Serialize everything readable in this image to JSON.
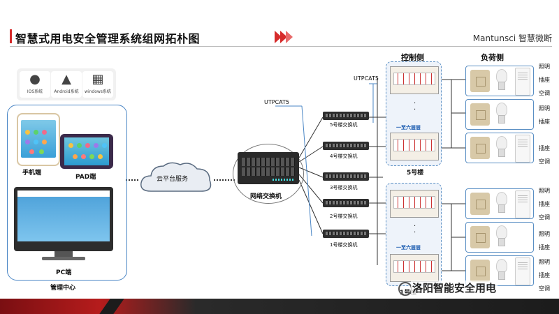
{
  "header": {
    "title": "智慧式用电安全管理系统组网拓朴图",
    "brand": "Mantunsci 智慧微断"
  },
  "management": {
    "os": [
      "IOS系统",
      "Android系统",
      "windows系统"
    ],
    "phone_label": "手机端",
    "pad_label": "PAD端",
    "pc_label": "PC端",
    "center_label": "管理中心"
  },
  "cloud": {
    "label": "云平台服务"
  },
  "network": {
    "main_switch_label": "网络交换机",
    "cable_label_left": "UTPCAT5",
    "cable_label_right": "UTPCAT5",
    "switches": [
      "5号楼交换机",
      "4号楼交换机",
      "3号楼交换机",
      "2号楼交换机",
      "1号楼交换机"
    ]
  },
  "columns": {
    "control": "控制侧",
    "load": "负荷侧"
  },
  "buildings": {
    "floor_range": "一至六层层",
    "building5_label": "5号楼",
    "building1_label": "1号楼"
  },
  "loads": [
    "照明",
    "插座",
    "空调"
  ],
  "watermark": "洛阳智能安全用电",
  "colors": {
    "accent": "#d62b2b",
    "line_blue": "#4a86c5"
  }
}
